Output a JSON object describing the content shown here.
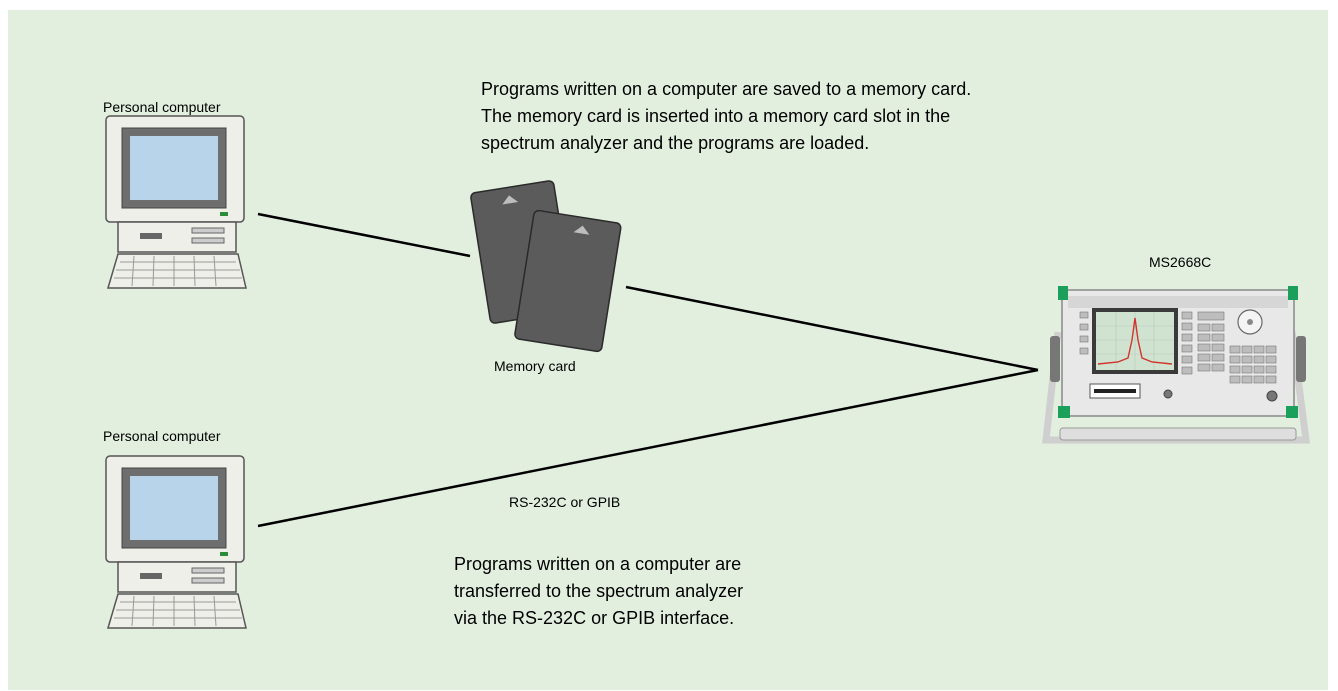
{
  "colors": {
    "panel_background": "#e2efdf",
    "line": "#000000",
    "memory_card": "#5b5b5b",
    "screen": "#b8d4ea",
    "analyzer_accent": "#1aa05a"
  },
  "computer_top": {
    "label": "Personal computer",
    "icon": "personal-computer-icon"
  },
  "computer_bottom": {
    "label": "Personal computer",
    "icon": "personal-computer-icon"
  },
  "memory_card": {
    "label": "Memory card",
    "icon": "memory-card-icon"
  },
  "analyzer": {
    "label": "MS2668C",
    "icon": "spectrum-analyzer-icon"
  },
  "top_description": "Programs written on a computer are saved to a memory card.\nThe memory card is inserted into a memory card slot in the\nspectrum analyzer and the programs are loaded.",
  "bottom_description": "Programs written on a computer are\ntransferred to the spectrum analyzer\nvia the RS-232C or GPIB interface.",
  "connection_label": "RS-232C or GPIB"
}
